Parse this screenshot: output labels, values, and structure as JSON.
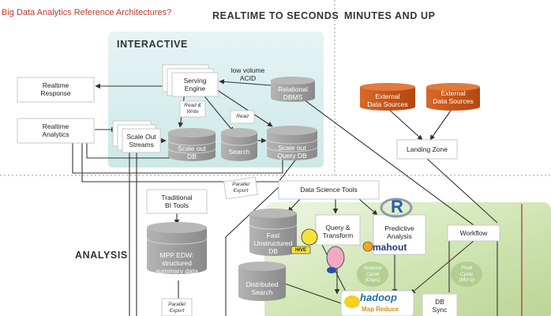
{
  "page_title": "Big Data Analytics Reference Architectures?",
  "headers": {
    "realtime": "REALTIME TO SECONDS",
    "minutes": "MINUTES AND UP",
    "interactive": "INTERACTIVE",
    "analysis": "ANALYSIS"
  },
  "nodes": {
    "realtime_response": "Realtime\nResponse",
    "realtime_analytics": "Realtime\nAnalytics",
    "serving_engine": "Serving\nEngine",
    "scale_out_streams": "Scale Out\nStreams",
    "scale_out_db": "Scale out\nDB",
    "search": "Search",
    "scale_out_query_db": "Scale out\nQuery DB",
    "relational_dbms": "Relational\nDBMS",
    "external_sources_1": "External\nData Sources",
    "external_sources_2": "External\nData Sources",
    "landing_zone": "Landing Zone",
    "traditional_bi": "Traditional\nBI Tools",
    "mpp_edw": "MPP EDW:\nstructured\nsummary data",
    "data_science_tools": "Data Science Tools",
    "fast_unstructured_db": "Fast\nUnstructured\nDB",
    "distributed_search": "Distributed\nSearch",
    "query_transform": "Query &\nTransform",
    "predictive_analysis": "Predictive\nAnalysis",
    "workflow": "Workflow",
    "db_sync": "DB\nSync"
  },
  "edge_labels": {
    "low_volume_acid": "low volume\nACID",
    "read_write": "Read &\nWrite",
    "read": "Read",
    "parallel_export_1": "Parallel\nExport",
    "parallel_export_2": "Parallel\nExport",
    "science_cycle": "Science\nCycle\n(Days)",
    "prod_cycle": "Prod\nCycle\n(Min's)"
  },
  "logos": {
    "hive": "HIVE",
    "pig": "pig",
    "mahout": "mahout",
    "r": "R",
    "hadoop": "hadoop",
    "mapreduce": "Map Reduce"
  },
  "colors": {
    "title_red": "#c0392b",
    "interactive_panel": "#d8eeee",
    "analysis_panel": "#c5dca8",
    "cylinder_gray": "#9a9a9a",
    "cylinder_orange": "#cc5a1e",
    "arrow": "#333333"
  }
}
